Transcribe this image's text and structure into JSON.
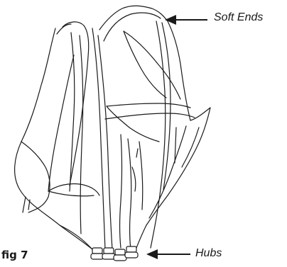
{
  "figure": {
    "fig_label": "fig 7",
    "callouts": {
      "soft_ends": "Soft Ends",
      "hubs": "Hubs"
    },
    "line_color": "#1a1a1a",
    "illustration": "folded-tent-bundle"
  }
}
